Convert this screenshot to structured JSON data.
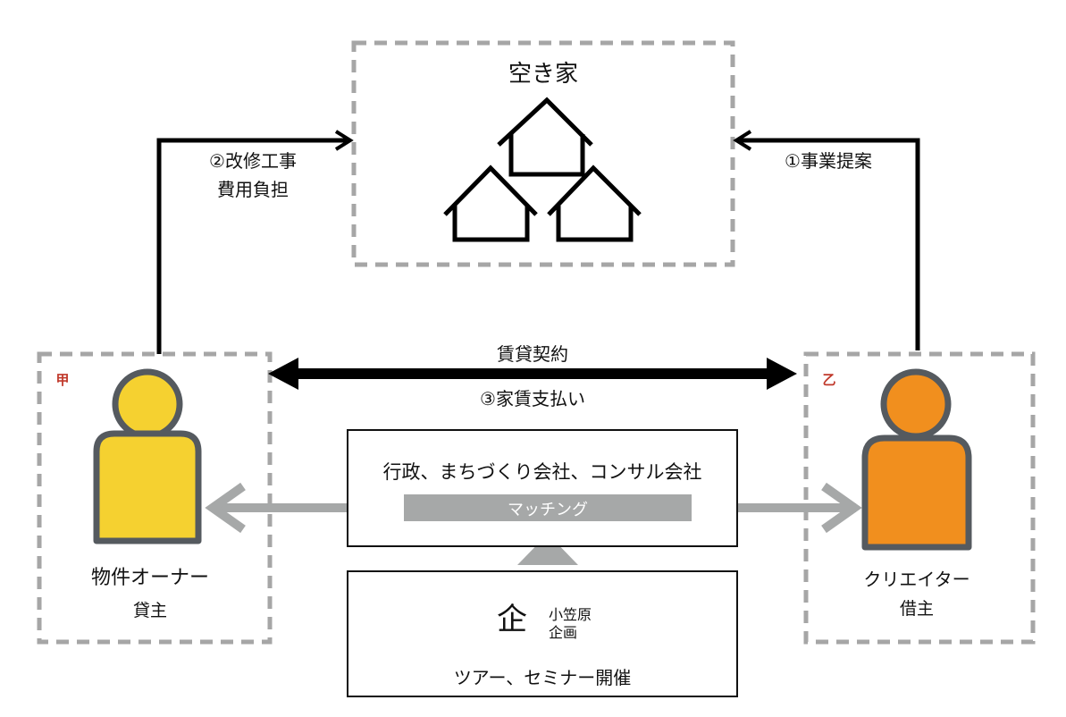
{
  "vacant_house": {
    "title": "空き家"
  },
  "flows": {
    "renovation_line1": "②改修工事",
    "renovation_line2": "費用負担",
    "business_proposal": "①事業提案",
    "lease_contract": "賃貸契約",
    "rent_payment": "③家賃支払い",
    "matching": "マッチング"
  },
  "owner": {
    "mark": "甲",
    "title": "物件オーナー",
    "role": "貸主",
    "color": "#f5d130"
  },
  "creator": {
    "mark": "乙",
    "title": "クリエイター",
    "role": "借主",
    "color": "#f18f1e"
  },
  "intermediary": {
    "title": "行政、まちづくり会社、コンサル会社"
  },
  "tour": {
    "logo_char": "企",
    "logo_line1": "小笠原",
    "logo_line2": "企画",
    "caption": "ツアー、セミナー開催"
  },
  "colors": {
    "dashed_border": "#a6a6a6",
    "person_outline": "#555a5f",
    "mark_red": "#c0392b",
    "arrow_black": "#000000",
    "matching_gray": "#a6a8a8"
  }
}
